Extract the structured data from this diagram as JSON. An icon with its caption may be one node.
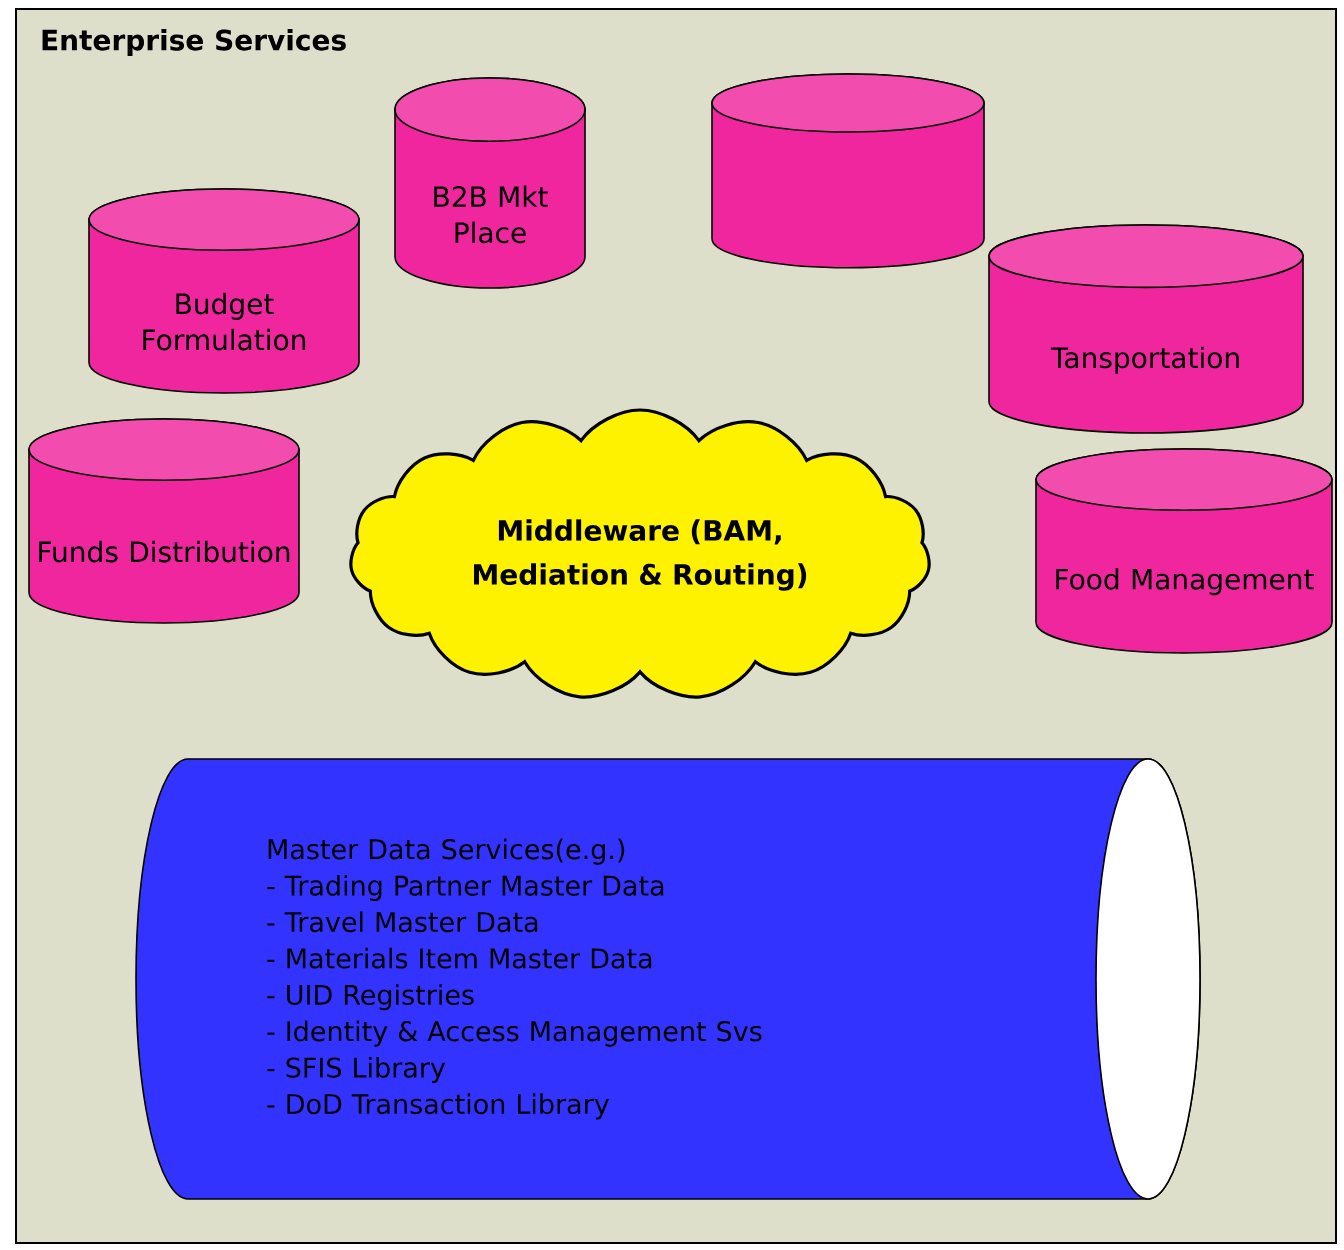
{
  "diagram": {
    "nodes": [
      {
        "text": [
          "Enterprise Services"
        ]
      },
      {
        "text": [
          "B2B Mkt Place"
        ],
        "in": 0
      },
      {
        "text": [],
        "shape": "cylinder",
        "in": 0
      },
      {
        "text": [
          "Budget Formulation"
        ],
        "in": 0
      },
      {
        "text": [
          "Tansportation"
        ],
        "in": 0
      },
      {
        "text": [
          "Funds Distribution"
        ],
        "in": 0
      },
      {
        "text": [
          "Middleware (BAM, Mediation & Routing)"
        ],
        "in": 0
      },
      {
        "text": [
          "Food Management"
        ],
        "in": 0
      },
      {
        "text": [
          "Master Data Services(e.g.)",
          "- Trading Partner Master Data",
          "- Travel Master Data",
          "- Materials Item Master Data",
          "- UID Registries",
          "- Identity & Access Management Svs",
          "- SFIS Library",
          "- DoD Transaction Library"
        ],
        "in": 0
      }
    ]
  }
}
